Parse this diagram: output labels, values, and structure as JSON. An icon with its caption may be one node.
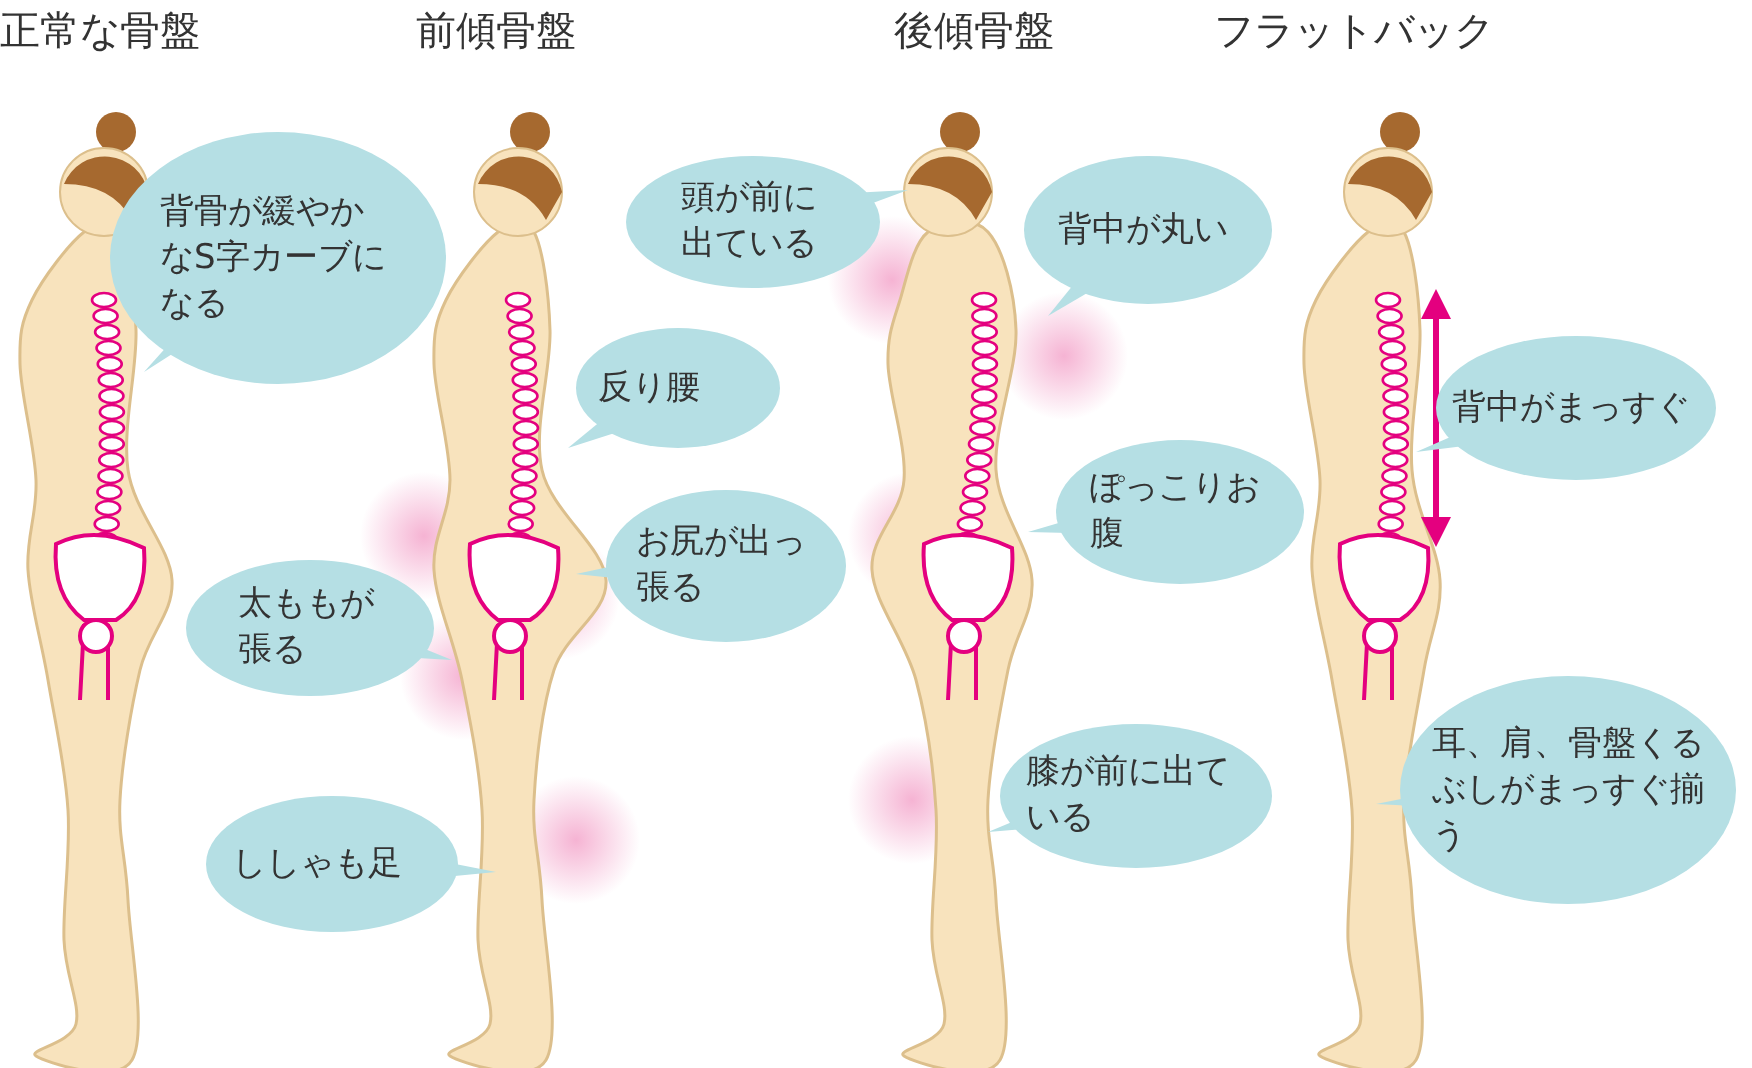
{
  "diagram": {
    "nodes": [
      {
        "text": [
          "背骨が緩やかなS字カーブになる"
        ]
      },
      {
        "text": [
          "太ももが張る"
        ]
      },
      {
        "text": [
          "反り腰"
        ]
      },
      {
        "text": [
          "お尻が出っ張る"
        ]
      },
      {
        "text": [
          "ししゃも足"
        ]
      },
      {
        "text": [
          "頭が前に出ている"
        ]
      },
      {
        "text": [
          "背中が丸い"
        ]
      },
      {
        "text": [
          "ぽっこりお腹"
        ]
      },
      {
        "text": [
          "膝が前に出ている"
        ]
      },
      {
        "text": [
          "背中がまっすぐ"
        ]
      },
      {
        "text": [
          "耳、肩、骨盤くるぶしがまっすぐ揃う"
        ]
      }
    ],
    "labels": [
      "正常な骨盤",
      "前傾骨盤",
      "後傾骨盤",
      "フラットバック"
    ]
  }
}
